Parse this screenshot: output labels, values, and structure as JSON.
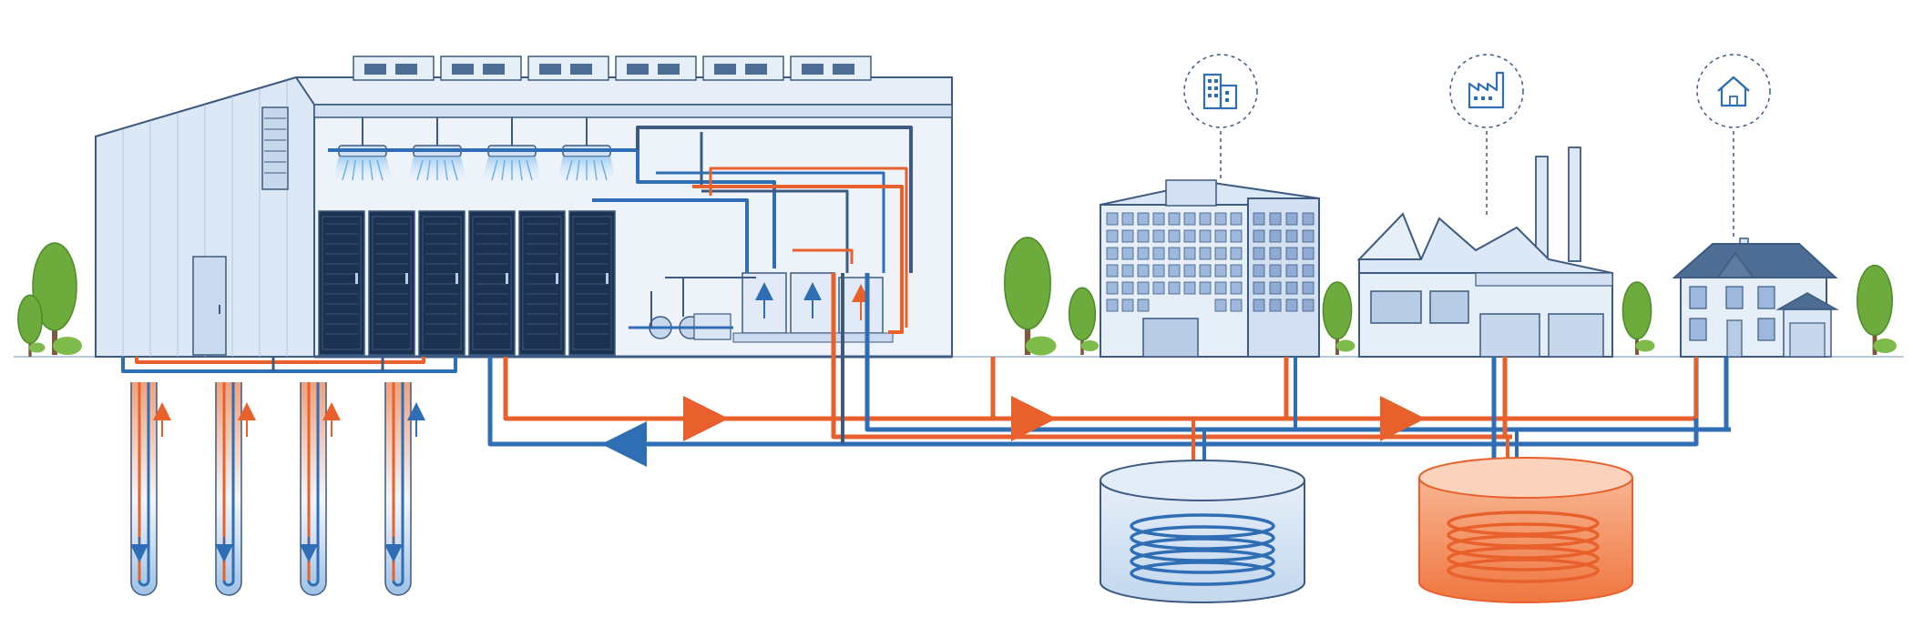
{
  "colors": {
    "background": "#ffffff",
    "cold_pipe": "#2f6db5",
    "hot_pipe": "#e8612c",
    "outline": "#3d5a80",
    "building_fill": "#dde8f6",
    "building_shade": "#c7d7ec",
    "server_rack": "#1d3250",
    "tree_green": "#6cab3c",
    "cold_tank_fill": "#cfe0f3",
    "hot_tank_fill": "#f28a58",
    "ground_line": "#b8c7da"
  },
  "scene": {
    "data_center": {
      "name": "data-center",
      "server_racks": 6,
      "rooftop_units": 6,
      "ceiling_coolers": 4
    },
    "consumers": [
      {
        "name": "office-building",
        "icon": "office-building-icon"
      },
      {
        "name": "factory",
        "icon": "factory-icon"
      },
      {
        "name": "house",
        "icon": "house-icon"
      }
    ],
    "boreholes": 4,
    "storage_tanks": [
      {
        "name": "cold-storage-tank",
        "temperature": "cold"
      },
      {
        "name": "hot-storage-tank",
        "temperature": "hot"
      }
    ],
    "flow_arrows": [
      {
        "name": "hot-flow-arrow",
        "direction": "right"
      },
      {
        "name": "cold-flow-arrow",
        "direction": "left"
      }
    ]
  }
}
